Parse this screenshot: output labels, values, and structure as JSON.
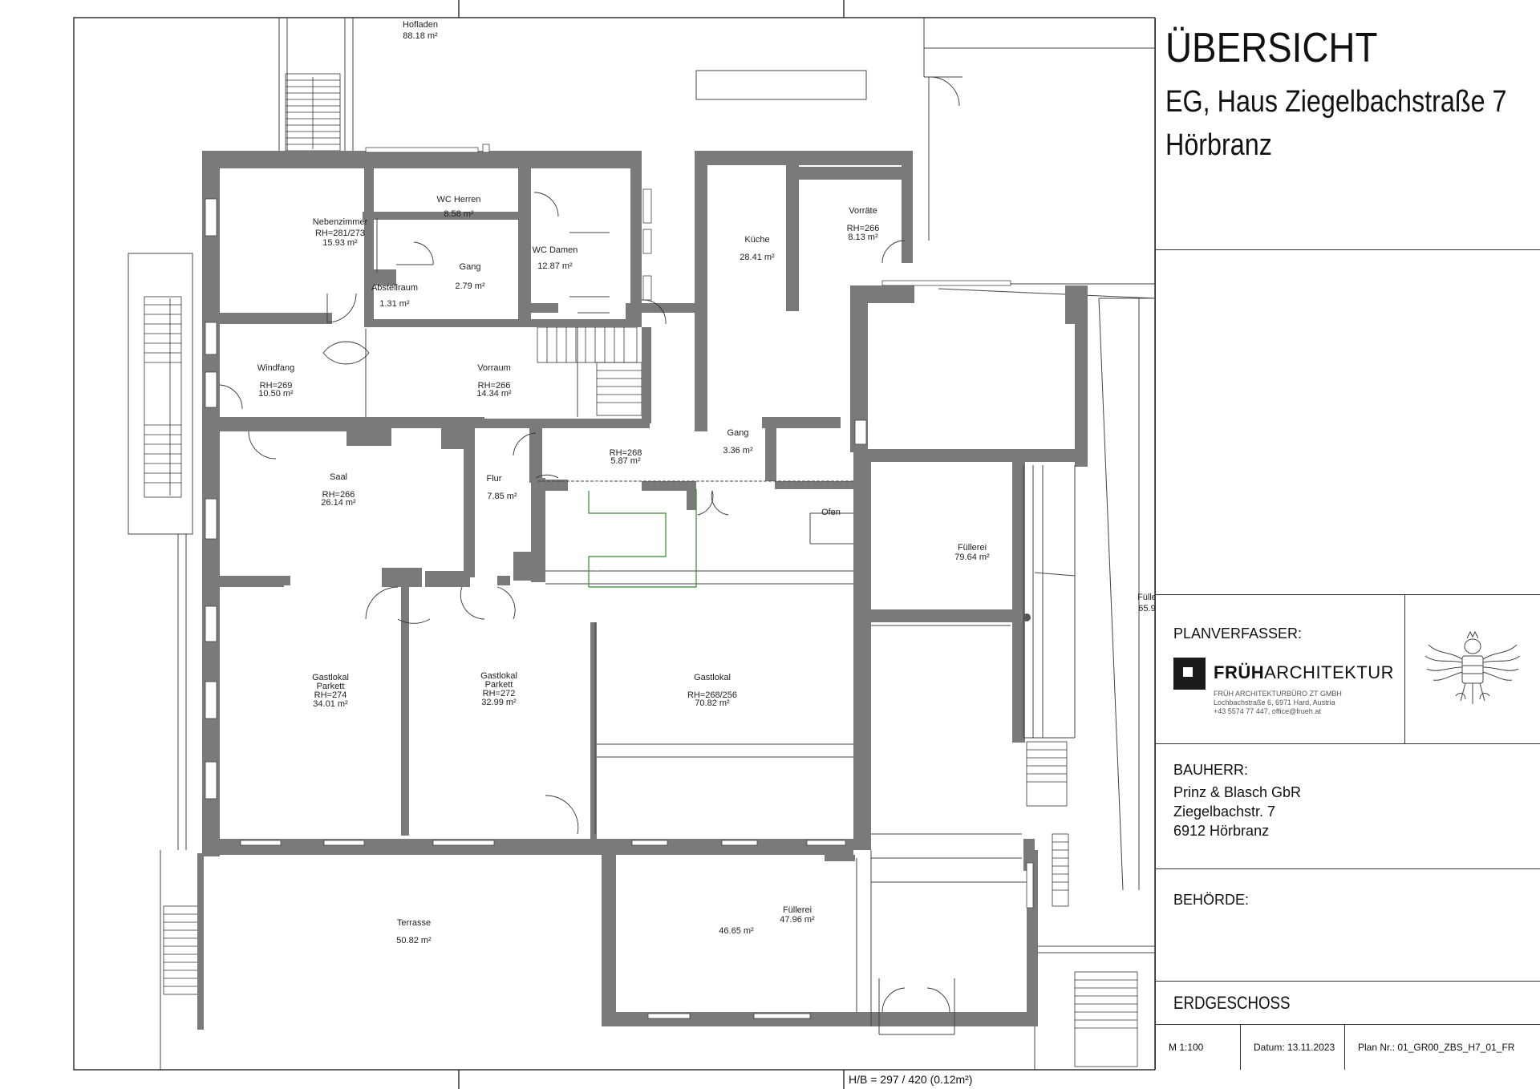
{
  "title_block": {
    "title": "ÜBERSICHT",
    "subtitle_line1": "EG, Haus Ziegelbachstraße 7",
    "subtitle_line2": "Hörbranz",
    "planverfasser_label": "PLANVERFASSER:",
    "logo_name_bold": "FRÜH",
    "logo_name_rest": "ARCHITEKTUR",
    "logo_sub1": "FRÜH ARCHITEKTURBÜRO ZT GMBH",
    "logo_sub2": "Lochbachstraße 6, 6971 Hard, Austria",
    "logo_sub3": "+43 5574 77 447, office@frueh.at",
    "bauherr_label": "BAUHERR:",
    "bauherr_line1": "Prinz & Blasch GbR",
    "bauherr_line2": "Ziegelbachstr. 7",
    "bauherr_line3": "6912 Hörbranz",
    "behoerde_label": "BEHÖRDE:",
    "geschoss": "ERDGESCHOSS",
    "scale": "M 1:100",
    "date": "Datum:  13.11.2023",
    "plan_nr": "Plan Nr.: 01_GR00_ZBS_H7_01_FR"
  },
  "sheet_note": "H/B = 297 / 420 (0.12m²)",
  "rooms": {
    "hofladen": [
      "Hofladen",
      "88.18 m²"
    ],
    "nebenzimmer": [
      "Nebenzimmer",
      "",
      "RH=281/273",
      "15.93 m²"
    ],
    "wc_herren": [
      "WC Herren",
      "8.58 m²"
    ],
    "wc_damen": [
      "WC Damen",
      "12.87 m²"
    ],
    "gang_small": [
      "Gang",
      "2.79 m²"
    ],
    "abstellraum": [
      "Abstellraum",
      "1.31 m²"
    ],
    "kueche": [
      "Küche",
      "28.41 m²"
    ],
    "vorraete": [
      "Vorräte",
      "RH=266",
      "8.13 m²"
    ],
    "windfang": [
      "Windfang",
      "RH=269",
      "10.50 m²"
    ],
    "vorraum": [
      "Vorraum",
      "RH=266",
      "14.34 m²"
    ],
    "rh268": [
      "RH=268",
      "5.87 m²"
    ],
    "gang_mid": [
      "Gang",
      "3.36 m²"
    ],
    "saal": [
      "Saal",
      "RH=266",
      "26.14 m²"
    ],
    "flur": [
      "Flur",
      "7.85 m²"
    ],
    "ofen": [
      "Ofen"
    ],
    "fuellerei1": [
      "Füllerei",
      "79.64 m²"
    ],
    "fuellerei_edge": [
      "Fülle",
      "65.9"
    ],
    "gastlokal_parkett1": [
      "Gastlokal",
      "Parkett",
      "RH=274",
      "34.01 m²"
    ],
    "gastlokal_parkett2": [
      "Gastlokal",
      "Parkett",
      "RH=272",
      "32.99 m²"
    ],
    "gastlokal": [
      "Gastlokal",
      "RH=268/256",
      "70.82 m²"
    ],
    "terrasse": [
      "Terrasse",
      "50.82 m²"
    ],
    "fuellerei2a": [
      "46.65 m²"
    ],
    "fuellerei2b": [
      "Füllerei",
      "47.96 m²"
    ]
  }
}
